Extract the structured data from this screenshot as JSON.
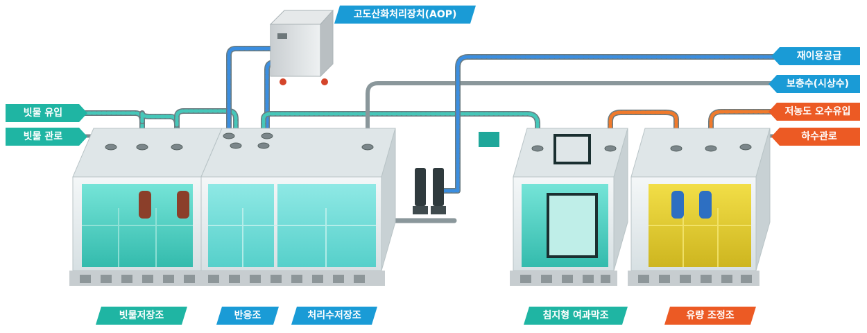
{
  "inputs": {
    "rain_inflow": "빗물 유입",
    "rain_pipe": "빗물 관로"
  },
  "outputs": {
    "reuse_supply": "재이용공급",
    "makeup_water": "보충수(시상수)",
    "low_conc_inflow": "저농도 오수유입",
    "sewer_pipe": "하수관로"
  },
  "aop": "고도산화처리장치(AOP)",
  "tanks": {
    "rainwater_storage": "빗물저장조",
    "reaction": "반응조",
    "treated_storage": "처리수저장조",
    "submerged_membrane": "침지형 여과막조",
    "flow_equalization": "유량 조정조"
  },
  "colors": {
    "teal": "#1fb5a3",
    "blue": "#1a9bd6",
    "orange": "#ec5a24",
    "water_teal": "#4fd6c8",
    "water_yellow": "#e8cf1c"
  }
}
